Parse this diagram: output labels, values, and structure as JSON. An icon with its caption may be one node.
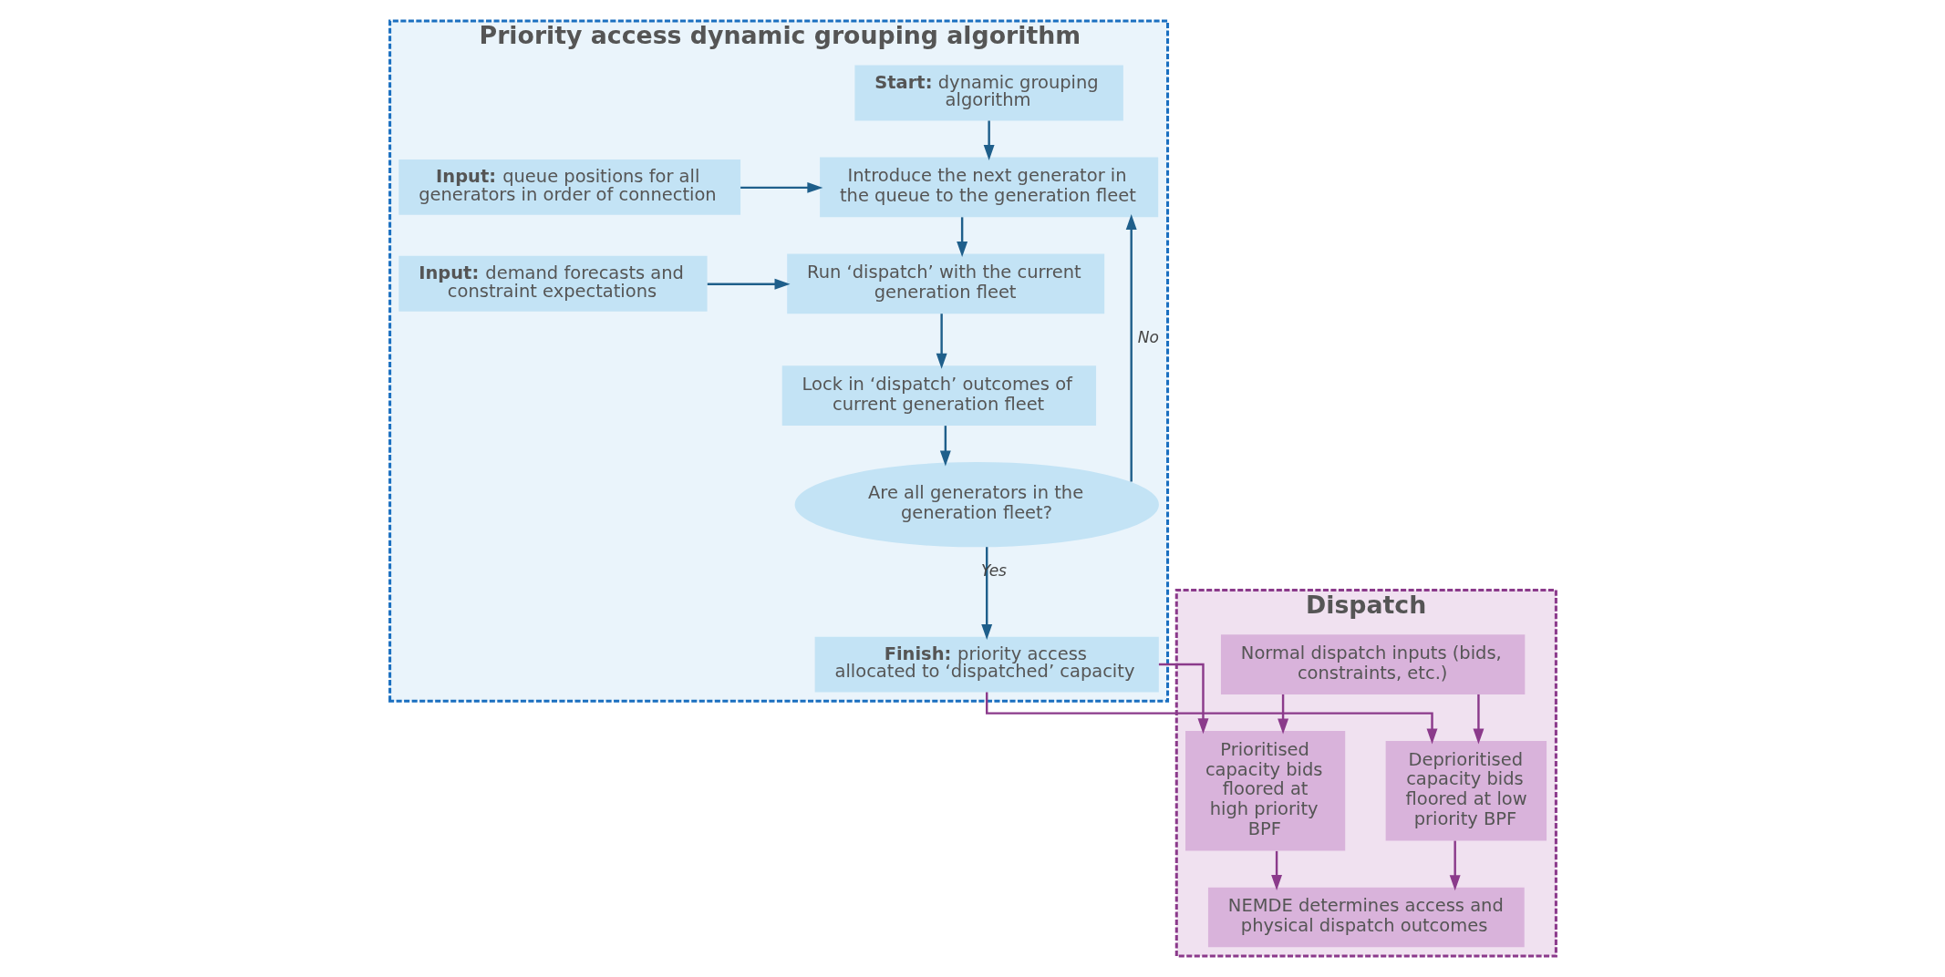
{
  "diagram": {
    "nodes": [
      {
        "text": [
          "Priority access dynamic grouping algorithm"
        ]
      },
      {
        "text": [
          "**Start:** dynamic grouping algorithm"
        ],
        "in": 0
      },
      {
        "text": [
          "Introduce the next generator in the queue to the generation fleet"
        ],
        "in": 0
      },
      {
        "text": [
          "**Input:** queue positions for all generators in order of connection"
        ],
        "in": 0
      },
      {
        "text": [
          "Run ‘dispatch’ with the current generation fleet"
        ],
        "in": 0
      },
      {
        "text": [
          "**Input:** demand forecasts and constraint expectations"
        ],
        "in": 0
      },
      {
        "text": [
          "Lock in ‘dispatch’ outcomes of current generation fleet"
        ],
        "in": 0
      },
      {
        "text": [
          "Are all generators in the generation fleet?"
        ],
        "in": 0
      },
      {
        "text": [
          "**Finish:** priority access allocated to ‘dispatched’ capacity"
        ],
        "in": 0
      },
      {
        "text": [
          "Dispatch"
        ]
      },
      {
        "text": [
          "Normal dispatch inputs (bids, constraints, etc.)"
        ],
        "in": 9
      },
      {
        "text": [
          "Prioritised capacity bids floored at high priority BPF"
        ],
        "in": 9
      },
      {
        "text": [
          "Deprioritised capacity bids floored at low priority BPF"
        ],
        "in": 9
      },
      {
        "text": [
          "NEMDE determines access and physical dispatch outcomes"
        ],
        "in": 9
      }
    ],
    "edges": [
      {
        "from": 1,
        "to": 2,
        "arrow": "to"
      },
      {
        "from": 3,
        "to": 2,
        "arrow": "to"
      },
      {
        "from": 2,
        "to": 4,
        "arrow": "to"
      },
      {
        "from": 5,
        "to": 4,
        "arrow": "to"
      },
      {
        "from": 4,
        "to": 6,
        "arrow": "to"
      },
      {
        "from": 6,
        "to": 7,
        "arrow": "to"
      },
      {
        "from": 7,
        "to": 2,
        "arrow": "to",
        "label": "No"
      },
      {
        "from": 7,
        "to": 8,
        "arrow": "to",
        "label": "Yes"
      },
      {
        "from": 8,
        "to": 11,
        "arrow": "to",
        "color": "#8b3a8b"
      },
      {
        "from": 8,
        "to": 12,
        "arrow": "to",
        "color": "#8b3a8b"
      },
      {
        "from": 10,
        "to": 11,
        "arrow": "to",
        "color": "#8b3a8b"
      },
      {
        "from": 10,
        "to": 12,
        "arrow": "to",
        "color": "#8b3a8b"
      },
      {
        "from": 11,
        "to": 13,
        "arrow": "to",
        "color": "#8b3a8b"
      },
      {
        "from": 12,
        "to": 13,
        "arrow": "to",
        "color": "#8b3a8b"
      }
    ]
  }
}
